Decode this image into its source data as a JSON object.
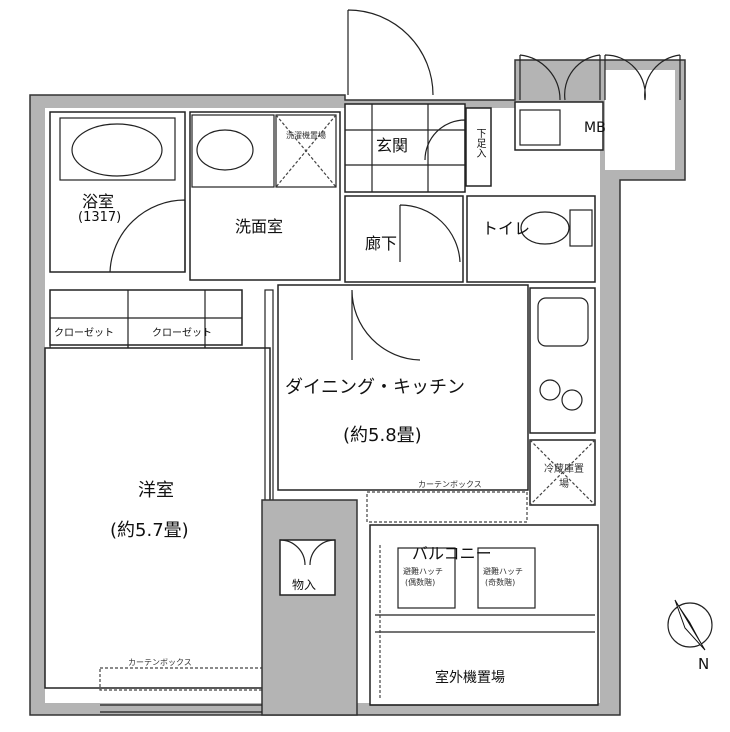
{
  "rooms": {
    "bath": {
      "name": "浴室",
      "code": "(1317)"
    },
    "washroom": "洗面室",
    "laundry": "洗濯機置場",
    "entrance": "玄関",
    "shoe_cabinet": "下足入",
    "mb": "MB",
    "hallway": "廊下",
    "toilet": "トイレ",
    "closet_1": "クローゼット",
    "closet_2": "クローゼット",
    "western_room": {
      "name": "洋室",
      "size": "(約5.7畳)"
    },
    "dining_kitchen": {
      "name": "ダイニング・キッチン",
      "size": "(約5.8畳)"
    },
    "fridge": "冷蔵庫置場",
    "curtain_box_1": "カーテンボックス",
    "curtain_box_2": "カーテンボックス",
    "balcony": "バルコニー",
    "hatch_even": {
      "name": "避難ハッチ",
      "floors": "(偶数階)"
    },
    "hatch_odd": {
      "name": "避難ハッチ",
      "floors": "(奇数階)"
    },
    "storage": "物入",
    "ac_unit": "室外機置場"
  },
  "compass": {
    "label": "N",
    "icon": "north-arrow-icon"
  },
  "colors": {
    "wall": "#b4b4b4",
    "line": "#222222"
  }
}
